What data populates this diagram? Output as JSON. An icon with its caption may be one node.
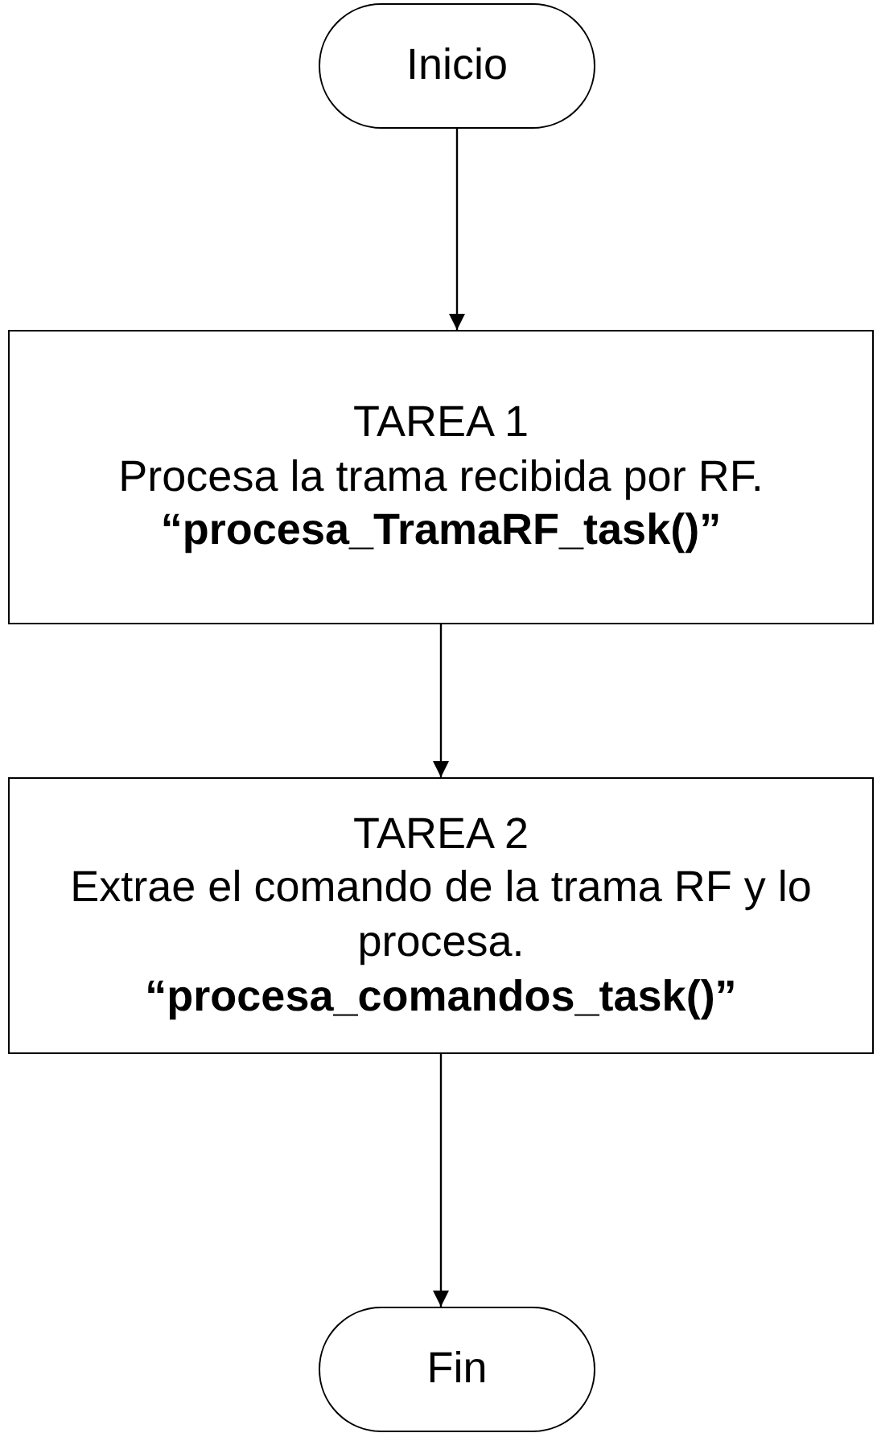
{
  "diagram": {
    "nodes": [
      {
        "text": [
          "Inicio"
        ]
      },
      {
        "text": [
          "TAREA 1",
          "Procesa la trama recibida por RF.",
          "“procesa_TramaRF_task()”"
        ]
      },
      {
        "text": [
          "TAREA 2",
          "Extrae el comando de la trama RF y lo procesa.",
          "“procesa_comandos_task()”"
        ]
      },
      {
        "text": [
          "Fin"
        ]
      }
    ],
    "edges": [
      {
        "from": 0,
        "to": 1,
        "arrow": "to"
      },
      {
        "from": 1,
        "to": 2,
        "arrow": "to"
      },
      {
        "from": 2,
        "to": 3,
        "arrow": "to"
      }
    ]
  }
}
